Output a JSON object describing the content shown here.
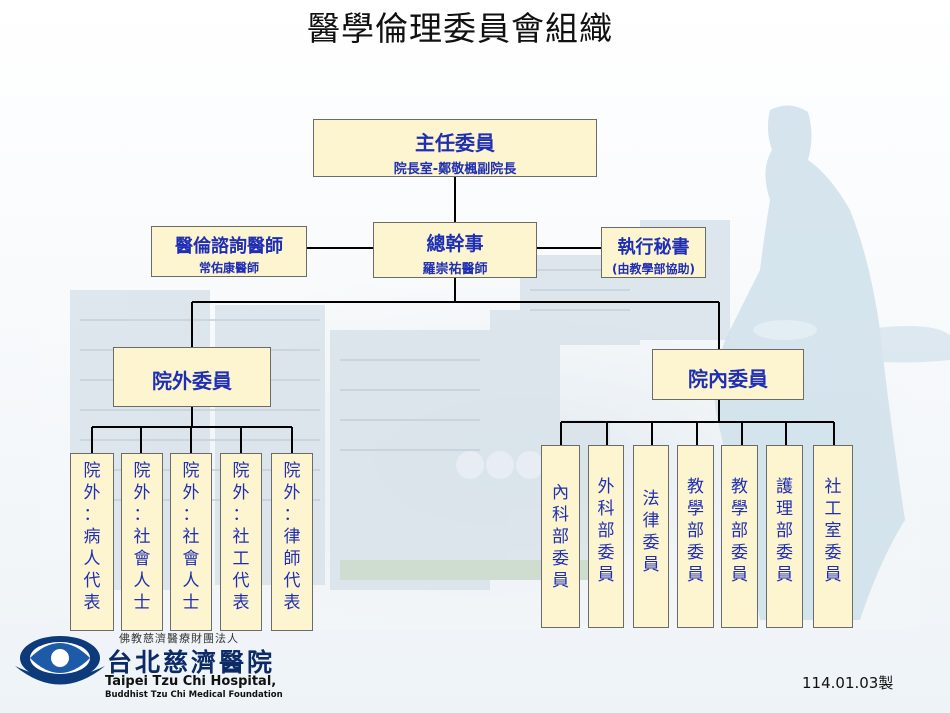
{
  "title": "醫學倫理委員會組織",
  "chair": {
    "title": "主任委員",
    "sub": "院長室-鄭敬楓副院長"
  },
  "consult": {
    "title": "醫倫諮詢醫師",
    "sub": "常佑康醫師"
  },
  "general": {
    "title": "總幹事",
    "sub": "羅崇祐醫師"
  },
  "secretary": {
    "title": "執行秘書",
    "sub": "(由教學部協助)"
  },
  "external": {
    "label": "院外委員",
    "members": [
      [
        "院",
        "外",
        "：",
        "病",
        "人",
        "代",
        "表"
      ],
      [
        "院",
        "外",
        "：",
        "社",
        "會",
        "人",
        "士"
      ],
      [
        "院",
        "外",
        "：",
        "社",
        "會",
        "人",
        "士"
      ],
      [
        "院",
        "外",
        "：",
        "社",
        "工",
        "代",
        "表"
      ],
      [
        "院",
        "外",
        "：",
        "律",
        "師",
        "代",
        "表"
      ]
    ]
  },
  "internal": {
    "label": "院內委員",
    "members": [
      [
        "內",
        "科",
        "部",
        "委",
        "員"
      ],
      [
        "外",
        "科",
        "部",
        "委",
        "員"
      ],
      [
        "法",
        "律",
        "委",
        "員"
      ],
      [
        "教",
        "學",
        "部",
        "委",
        "員"
      ],
      [
        "教",
        "學",
        "部",
        "委",
        "員"
      ],
      [
        "護",
        "理",
        "部",
        "委",
        "員"
      ],
      [
        "社",
        "工",
        "室",
        "委",
        "員"
      ]
    ]
  },
  "logo": {
    "line1": "佛教慈濟醫療財團法人",
    "line2": "台北慈濟醫院",
    "line3": "Taipei Tzu Chi Hospital,",
    "line4": "Buddhist Tzu Chi Medical Foundation"
  },
  "stamp": "114.01.03製",
  "colors": {
    "box_fill": "#fdf5cf",
    "box_text": "#1f2fb5",
    "line": "#000000"
  }
}
